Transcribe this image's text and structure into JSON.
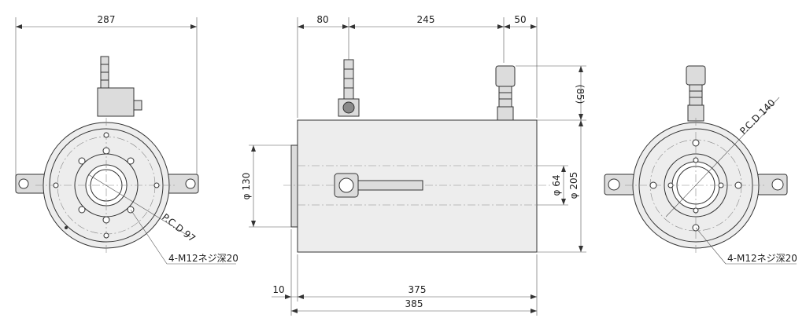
{
  "views": {
    "left": {
      "width_label": "287",
      "pcd_label": "P.C.D 97",
      "thread_label": "4-M12ネジ深20"
    },
    "side": {
      "top_dims": [
        "80",
        "245",
        "50"
      ],
      "right_dims": [
        "(85)",
        "φ 64",
        "φ 205"
      ],
      "left_dim": "φ 130",
      "bottom_dims": [
        "10",
        "375",
        "385"
      ]
    },
    "right": {
      "pcd_label": "P.C.D 140",
      "thread_label": "4-M12ネジ深20"
    }
  }
}
